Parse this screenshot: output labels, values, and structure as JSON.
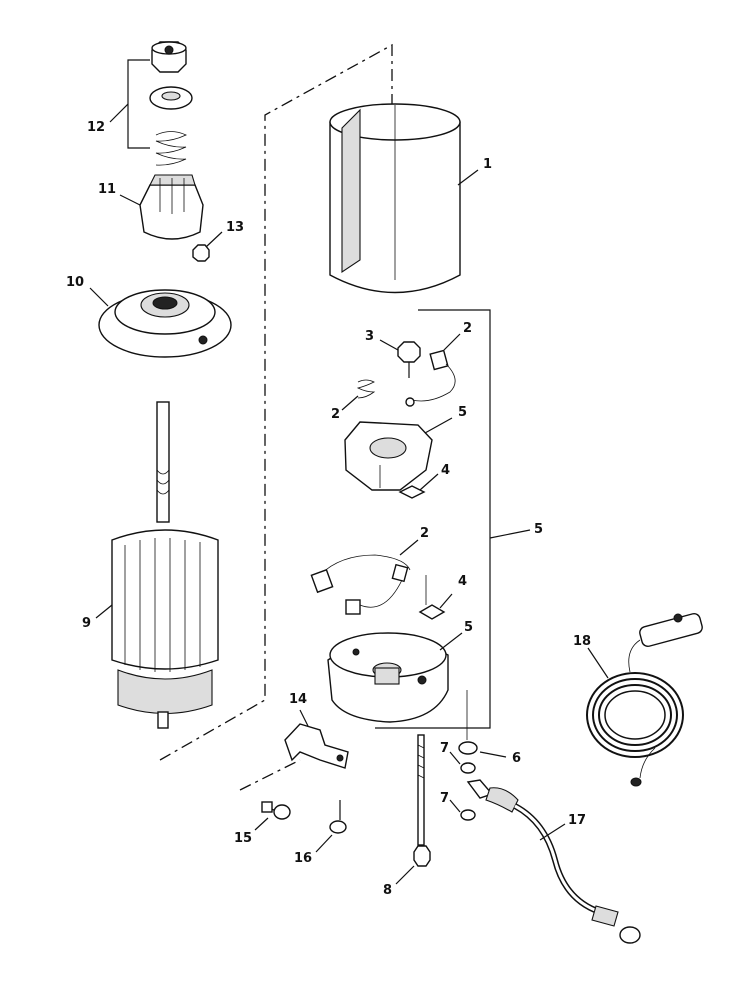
{
  "diagram": {
    "callouts": [
      {
        "id": "c1",
        "text": "1"
      },
      {
        "id": "c2a",
        "text": "2"
      },
      {
        "id": "c2b",
        "text": "2"
      },
      {
        "id": "c2c",
        "text": "2"
      },
      {
        "id": "c3",
        "text": "3"
      },
      {
        "id": "c4a",
        "text": "4"
      },
      {
        "id": "c4b",
        "text": "4"
      },
      {
        "id": "c5a",
        "text": "5"
      },
      {
        "id": "c5b",
        "text": "5"
      },
      {
        "id": "c5c",
        "text": "5"
      },
      {
        "id": "c6",
        "text": "6"
      },
      {
        "id": "c7a",
        "text": "7"
      },
      {
        "id": "c7b",
        "text": "7"
      },
      {
        "id": "c8",
        "text": "8"
      },
      {
        "id": "c9",
        "text": "9"
      },
      {
        "id": "c10",
        "text": "10"
      },
      {
        "id": "c11",
        "text": "11"
      },
      {
        "id": "c12",
        "text": "12"
      },
      {
        "id": "c13",
        "text": "13"
      },
      {
        "id": "c14",
        "text": "14"
      },
      {
        "id": "c15",
        "text": "15"
      },
      {
        "id": "c16",
        "text": "16"
      },
      {
        "id": "c17",
        "text": "17"
      },
      {
        "id": "c18",
        "text": "18"
      }
    ]
  }
}
